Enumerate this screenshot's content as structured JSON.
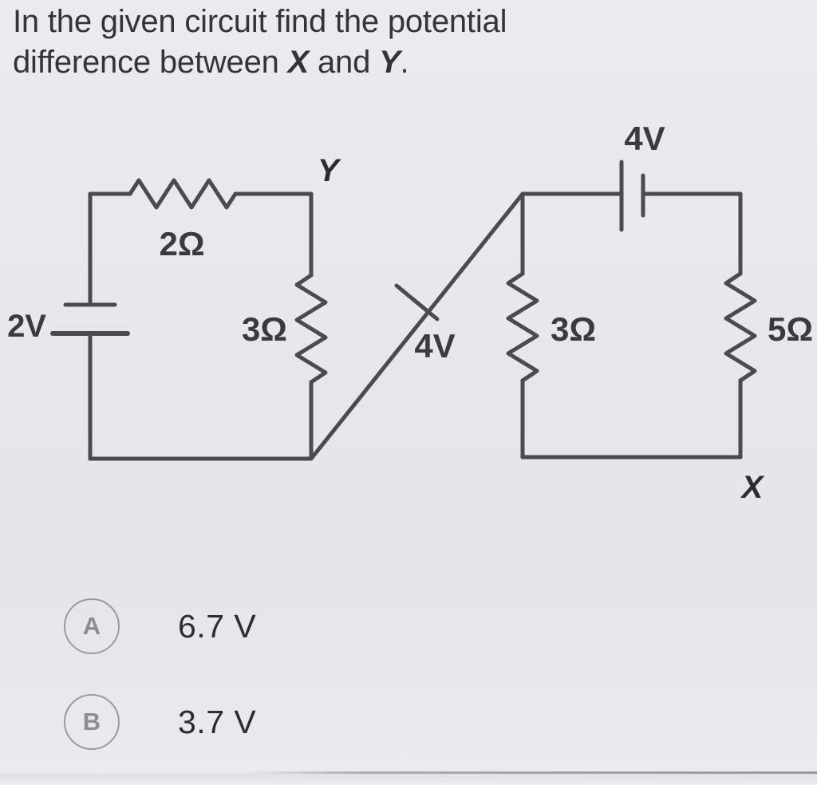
{
  "question": {
    "line1": "In the given circuit find the potential",
    "line2_prefix": "difference between ",
    "node_a": "X",
    "line2_mid": " and ",
    "node_b": "Y",
    "line2_suffix": "."
  },
  "figure": {
    "title": "circuit-diagram",
    "node_labels": {
      "y": "Y",
      "x": "X"
    },
    "components": [
      {
        "id": "battery-2v",
        "label": "2V",
        "type": "battery",
        "position": "left-loop-left-branch"
      },
      {
        "id": "resistor-2ohm",
        "label": "2Ω",
        "type": "resistor",
        "position": "left-loop-top-branch"
      },
      {
        "id": "resistor-3ohm-left",
        "label": "3Ω",
        "type": "resistor",
        "position": "left-loop-right-branch"
      },
      {
        "id": "battery-4v-diagonal",
        "label": "4V",
        "type": "battery",
        "position": "diagonal-link"
      },
      {
        "id": "battery-4v-top",
        "label": "4V",
        "type": "battery",
        "position": "right-loop-top-branch"
      },
      {
        "id": "resistor-3ohm-right",
        "label": "3Ω",
        "type": "resistor",
        "position": "right-loop-left-branch"
      },
      {
        "id": "resistor-5ohm",
        "label": "5Ω",
        "type": "resistor",
        "position": "right-loop-right-branch"
      }
    ],
    "stroke_color": "#4a4a52",
    "label_color": "#3a3a40"
  },
  "options": [
    {
      "bullet": "A",
      "label": "6.7 V"
    },
    {
      "bullet": "B",
      "label": "3.7 V"
    }
  ],
  "colors": {
    "background": "#e9e7eb",
    "ink": "#2c2c31",
    "circuit_stroke": "#4a4a52",
    "bullet_outline": "#9b99a3"
  }
}
